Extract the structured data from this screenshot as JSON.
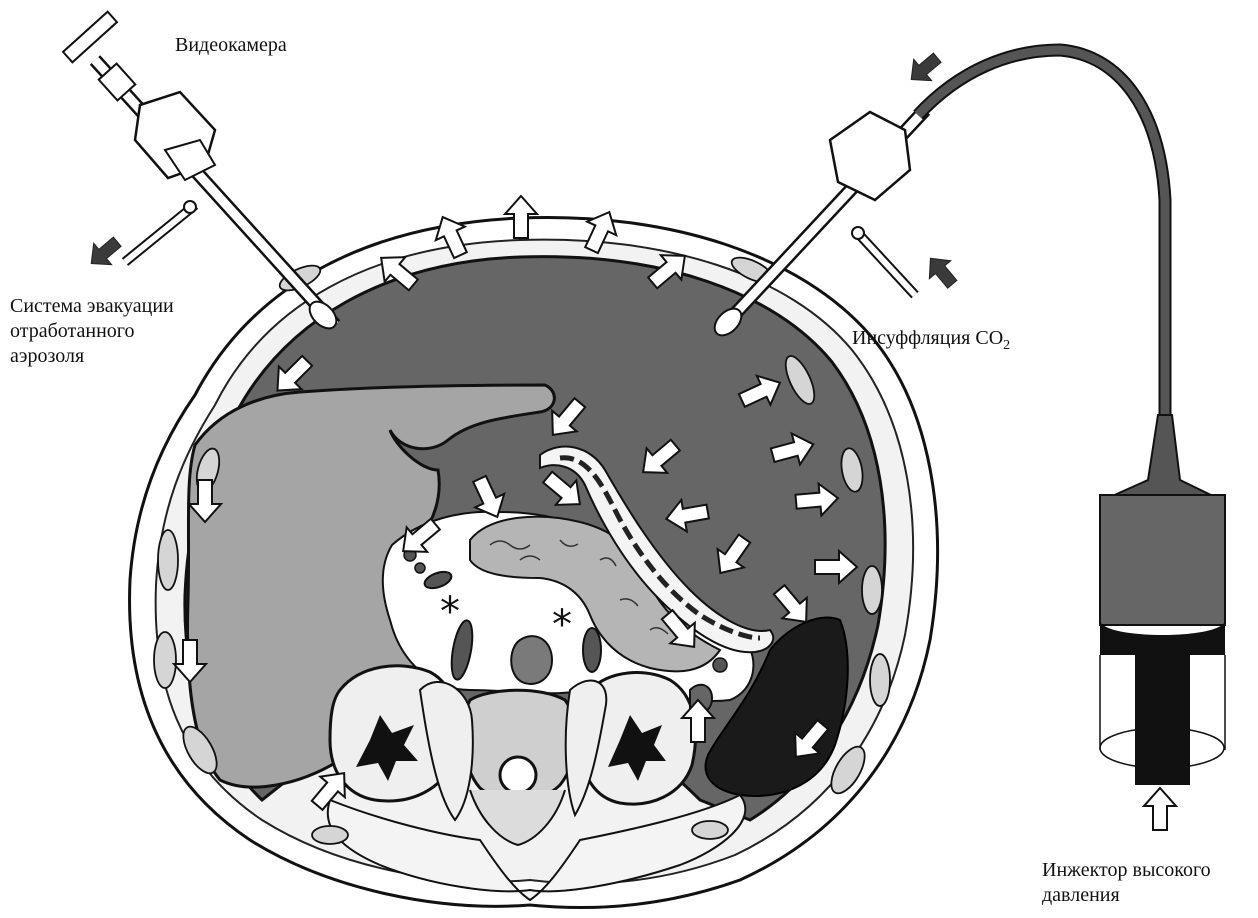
{
  "labels": {
    "camera": "Видеокамера",
    "evacuation": [
      "Система эвакуации",
      "отработанного",
      "аэрозоля"
    ],
    "co2_prefix": "Инсуффляция CO",
    "co2_sub": "2",
    "injector": [
      "Инжектор высокого",
      "давления"
    ],
    "asterisk_left": "*",
    "asterisk_right": "*"
  },
  "colors": {
    "gas_space": "#666666",
    "liver": "#a5a5a5",
    "dark_organ": "#1a1a1a",
    "outline": "#111111",
    "flow_arrow_fill": "#ffffff",
    "tube": "#555555"
  },
  "icons": {
    "flow_arrows": "white-block-arrow",
    "external_arrows": "dark-block-arrow"
  }
}
